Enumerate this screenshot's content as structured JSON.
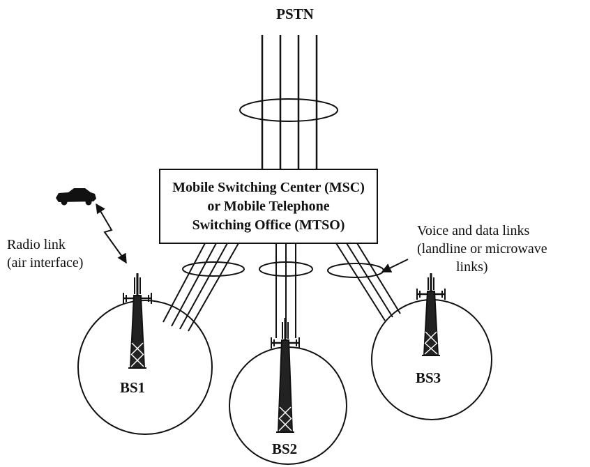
{
  "diagram": {
    "pstn_label": "PSTN",
    "msc": {
      "line1": "Mobile Switching Center (MSC)",
      "line2": "or Mobile Telephone",
      "line3": "Switching Office (MTSO)"
    },
    "radio_link": {
      "line1": "Radio link",
      "line2": "(air interface)"
    },
    "voice_data_links": {
      "line1": "Voice and data links",
      "line2": "(landline or microwave",
      "line3": "links)"
    },
    "base_stations": [
      "BS1",
      "BS2",
      "BS3"
    ],
    "colors": {
      "ink": "#111111",
      "background": "#ffffff"
    },
    "icons": [
      "car-icon",
      "tower-icon",
      "radio-link-zigzag-icon",
      "pointer-arrow-icon"
    ]
  }
}
